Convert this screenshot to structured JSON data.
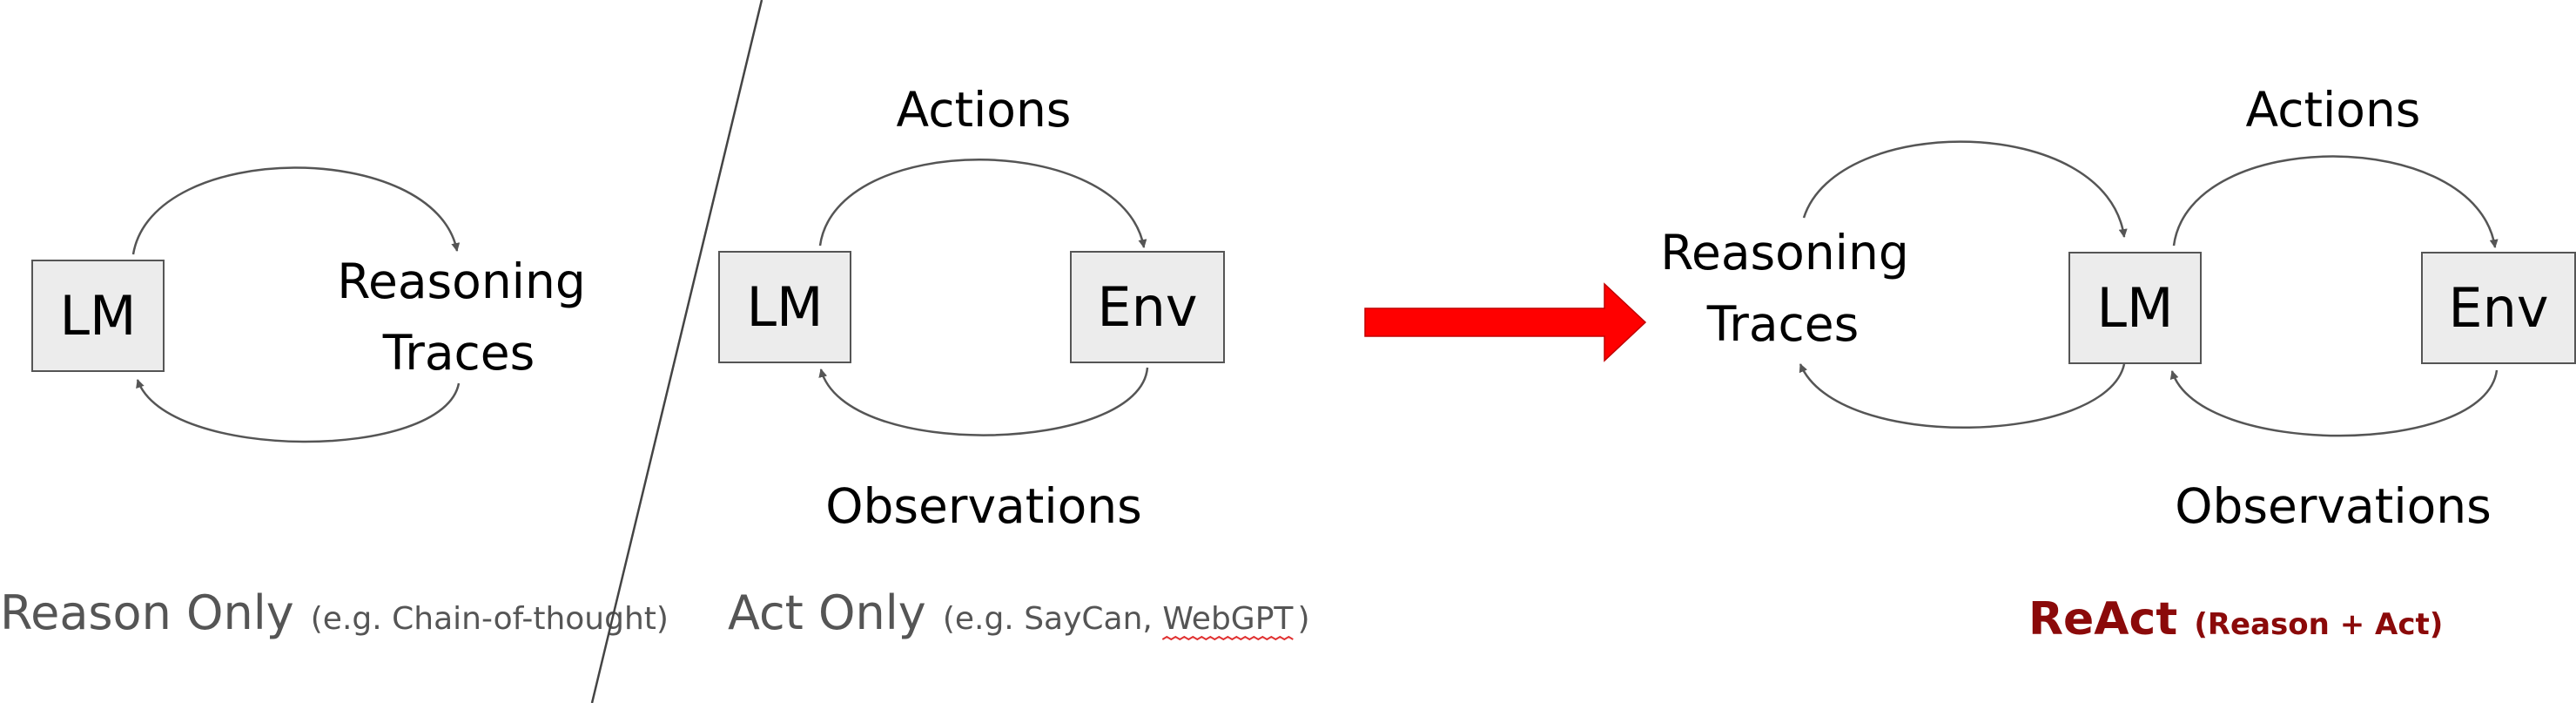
{
  "panels": {
    "reason_only": {
      "box_label": "LM",
      "node_label_line1": "Reasoning",
      "node_label_line2": "Traces",
      "caption_main": "Reason Only",
      "caption_sub": "(e.g. Chain-of-thought)"
    },
    "act_only": {
      "lm_label": "LM",
      "env_label": "Env",
      "actions_label": "Actions",
      "observations_label": "Observations",
      "caption_main": "Act Only",
      "caption_sub_prefix": "(e.g. SayCan, ",
      "caption_sub_term": "WebGPT",
      "caption_sub_suffix": ")"
    },
    "react": {
      "node_label_line1": "Reasoning",
      "node_label_line2": "Traces",
      "lm_label": "LM",
      "env_label": "Env",
      "actions_label": "Actions",
      "observations_label": "Observations",
      "caption_main": "ReAct",
      "caption_sub": "(Reason + Act)"
    }
  },
  "colors": {
    "box_fill": "#ececec",
    "stroke": "#555555",
    "arrow_red": "#ff0000",
    "react_caption": "#8b0a0a",
    "spellcheck_underline": "#e03030"
  }
}
